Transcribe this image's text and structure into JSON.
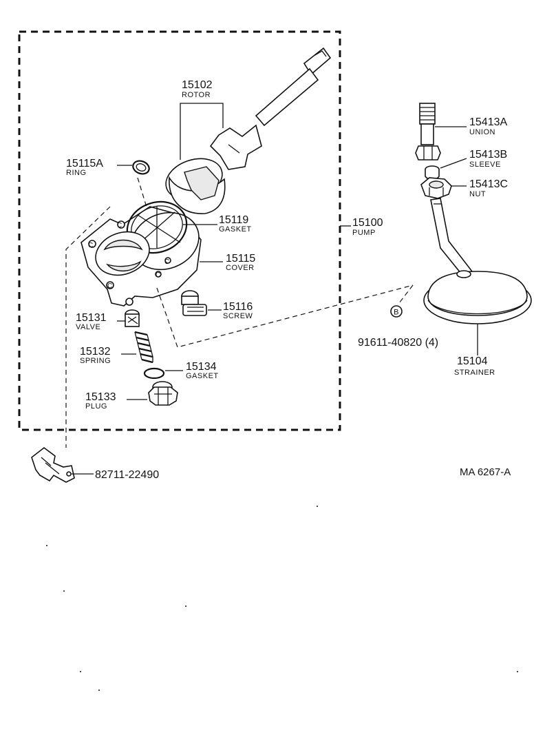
{
  "diagram_code": "MA 6267-A",
  "parts": {
    "rotor": {
      "number": "15102",
      "name": "ROTOR"
    },
    "ring": {
      "number": "15115A",
      "name": "RING"
    },
    "gasket_cover": {
      "number": "15119",
      "name": "GASKET"
    },
    "cover": {
      "number": "15115",
      "name": "COVER"
    },
    "screw": {
      "number": "15116",
      "name": "SCREW"
    },
    "valve": {
      "number": "15131",
      "name": "VALVE"
    },
    "spring": {
      "number": "15132",
      "name": "SPRING"
    },
    "gasket_plug": {
      "number": "15134",
      "name": "GASKET"
    },
    "plug": {
      "number": "15133",
      "name": "PLUG"
    },
    "pump": {
      "number": "15100",
      "name": "PUMP"
    },
    "union": {
      "number": "15413A",
      "name": "UNION"
    },
    "sleeve": {
      "number": "15413B",
      "name": "SLEEVE"
    },
    "nut": {
      "number": "15413C",
      "name": "NUT"
    },
    "strainer": {
      "number": "15104",
      "name": "STRAINER"
    },
    "bolt": {
      "marker": "B",
      "number": "91611-40820 (4)"
    },
    "clip": {
      "number": "82711-22490"
    }
  }
}
